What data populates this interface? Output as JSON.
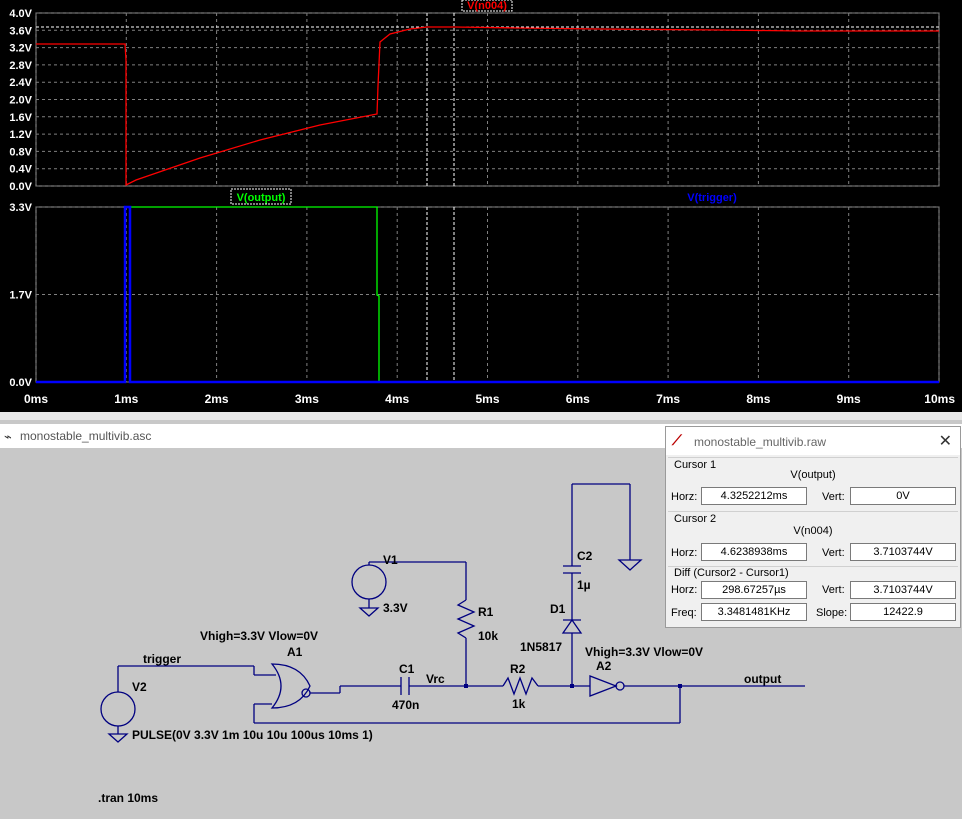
{
  "plot": {
    "top_pane": {
      "trace_label": "V(n004)",
      "y_ticks": [
        "4.0V",
        "3.6V",
        "3.2V",
        "2.8V",
        "2.4V",
        "2.0V",
        "1.6V",
        "1.2V",
        "0.8V",
        "0.4V",
        "0.0V"
      ]
    },
    "bottom_pane": {
      "trace_labels": [
        "V(output)",
        "V(trigger)"
      ],
      "y_ticks": [
        "3.3V",
        "1.7V",
        "0.0V"
      ]
    },
    "x_ticks": [
      "0ms",
      "1ms",
      "2ms",
      "3ms",
      "4ms",
      "5ms",
      "6ms",
      "7ms",
      "8ms",
      "9ms",
      "10ms"
    ],
    "colors": {
      "n004": "#ff0000",
      "output": "#00ff00",
      "trigger": "#0000ff",
      "grid": "#808080",
      "tick_text": "#ffffff"
    }
  },
  "schematic_window": {
    "title": "monostable_multivib.asc",
    "labels": {
      "v1": "V1",
      "v1_value": "3.3V",
      "v2": "V2",
      "v2_value": "PULSE(0V 3.3V 1m 10u 10u 100us 10ms 1)",
      "r1": "R1",
      "r1_value": "10k",
      "r2": "R2",
      "r2_value": "1k",
      "c1": "C1",
      "c1_value": "470n",
      "c2": "C2",
      "c2_value": "1µ",
      "d1": "D1",
      "d1_value": "1N5817",
      "a1": "A1",
      "a1_params": "Vhigh=3.3V Vlow=0V",
      "a2": "A2",
      "a2_params": "Vhigh=3.3V Vlow=0V",
      "net_trigger": "trigger",
      "net_vrc": "Vrc",
      "net_output": "output",
      "directive": ".tran 10ms"
    }
  },
  "cursor_window": {
    "title": "monostable_multivib.raw",
    "cursor1": {
      "label": "Cursor 1",
      "signal": "V(output)",
      "horz": "4.3252212ms",
      "vert": "0V"
    },
    "cursor2": {
      "label": "Cursor 2",
      "signal": "V(n004)",
      "horz": "4.6238938ms",
      "vert": "3.7103744V"
    },
    "diff": {
      "label": "Diff (Cursor2 - Cursor1)",
      "horz": "298.67257µs",
      "vert": "3.7103744V",
      "freq": "3.3481481KHz",
      "slope": "12422.9"
    },
    "field_labels": {
      "horz": "Horz:",
      "vert": "Vert:",
      "freq": "Freq:",
      "slope": "Slope:"
    }
  }
}
